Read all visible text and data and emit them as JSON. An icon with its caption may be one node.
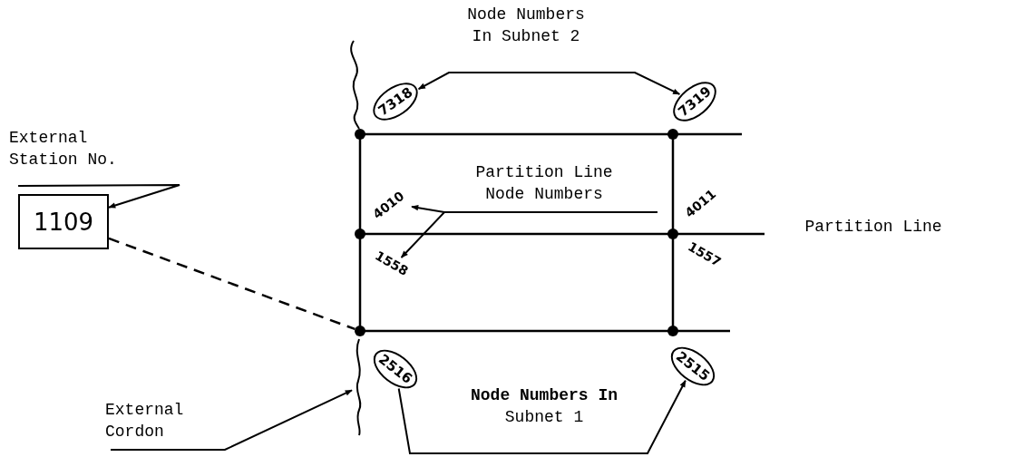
{
  "diagram": {
    "nodes": [
      {
        "text": [
          "Node Numbers In Subnet 2"
        ]
      },
      {
        "text": [
          "7318"
        ]
      },
      {
        "text": [
          "7319"
        ]
      },
      {
        "text": [
          "External Station No."
        ]
      },
      {
        "text": [
          "1109"
        ]
      },
      {
        "text": [
          "Partition Line Node Numbers"
        ]
      },
      {
        "text": [
          "4010"
        ]
      },
      {
        "text": [
          "1558"
        ]
      },
      {
        "text": [],
        "shape": "circle"
      },
      {
        "text": [
          "External Cordon"
        ]
      },
      {
        "text": [],
        "shape": "line"
      },
      {
        "text": [
          "2516"
        ]
      },
      {
        "text": [
          "**Node Numbers In** Subnet 1"
        ]
      },
      {
        "text": [
          "2515"
        ]
      }
    ],
    "edges": [
      {
        "from": 0,
        "to": 1,
        "arrow": "to"
      },
      {
        "from": 0,
        "to": 2,
        "arrow": "to"
      },
      {
        "from": 3,
        "to": 4,
        "arrow": "to"
      },
      {
        "from": 4,
        "to": 8,
        "arrow": "none",
        "style": "dashed"
      },
      {
        "from": 5,
        "to": 6,
        "arrow": "to"
      },
      {
        "from": 5,
        "to": 7,
        "arrow": "to"
      },
      {
        "from": 9,
        "to": 10,
        "arrow": "to"
      },
      {
        "from": 12,
        "to": 11,
        "arrow": "none"
      },
      {
        "from": 12,
        "to": 13,
        "arrow": "to"
      }
    ],
    "labels": [
      "4011",
      "1557",
      "Partition Line"
    ]
  }
}
